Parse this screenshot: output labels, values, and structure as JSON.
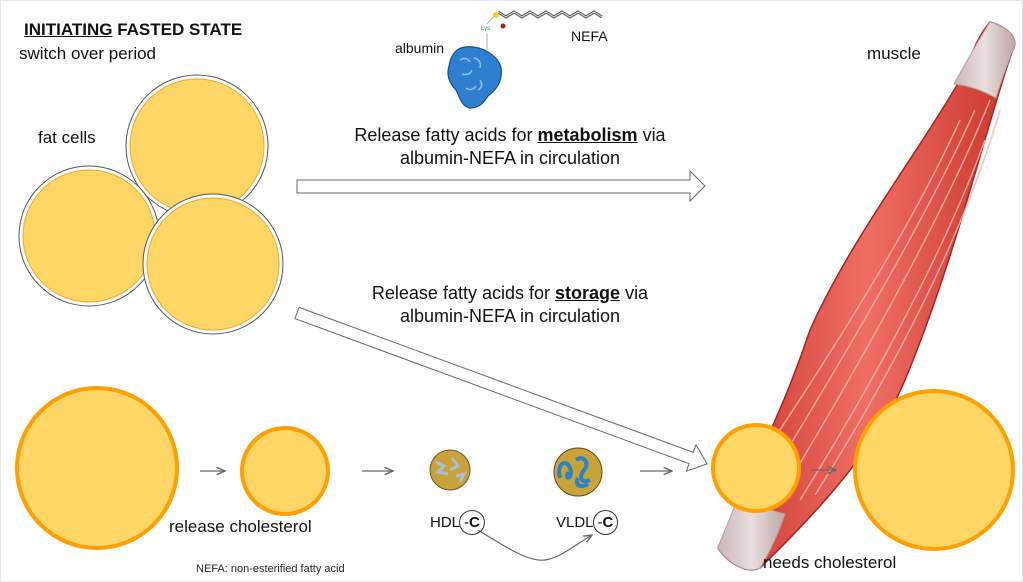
{
  "header": {
    "title_underlined": "INITIATING",
    "title_rest": "FASTED STATE",
    "subtitle": "switch over period"
  },
  "labels": {
    "fat_cells": "fat cells",
    "albumin": "albumin",
    "nefa": "NEFA",
    "lys": "Lys",
    "muscle": "muscle",
    "release_cholesterol": "release cholesterol",
    "needs_cholesterol": "needs cholesterol"
  },
  "pathways": {
    "metabolism": {
      "prefix": "Release fatty acids for",
      "keyword": "metabolism",
      "suffix": "via",
      "line2": "albumin-NEFA in circulation"
    },
    "storage": {
      "prefix": "Release fatty acids for",
      "keyword": "storage",
      "suffix": "via",
      "line2": "albumin-NEFA in circulation"
    }
  },
  "lipoproteins": {
    "hdl": {
      "name": "HDL",
      "tag": "C"
    },
    "vldl": {
      "name": "VLDL",
      "tag": "C"
    }
  },
  "footnote": "NEFA: non-esterified fatty acid",
  "colors": {
    "fat_fill": "#FDD665",
    "fat_stroke": "#FF9F00",
    "muscle_red": "#E0574F",
    "albumin_blue": "#2F7FD1",
    "arrow_gray": "#666666"
  }
}
